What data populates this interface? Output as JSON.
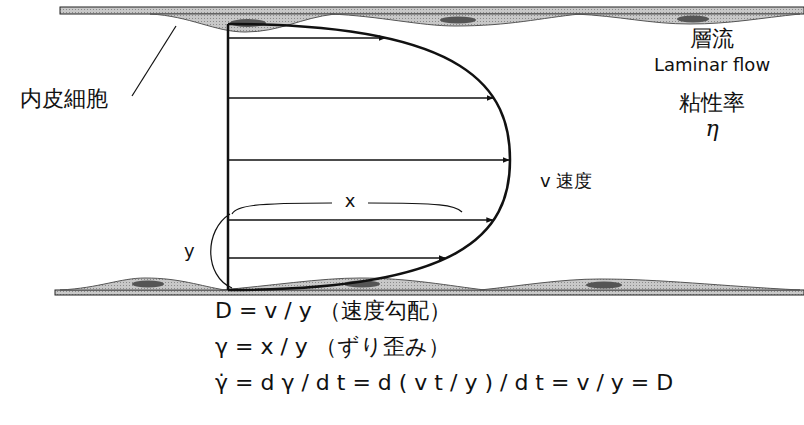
{
  "diagram": {
    "labels": [
      "内皮細胞",
      "層流",
      "Laminar flow",
      "粘性率",
      "η",
      "x",
      "v 速度",
      "y",
      "D = v / y （速度勾配）",
      "γ = x / y （ずり歪み）",
      "γ̇ = d γ / d t = d ( v t / y ) / d t = v / y = D"
    ]
  }
}
